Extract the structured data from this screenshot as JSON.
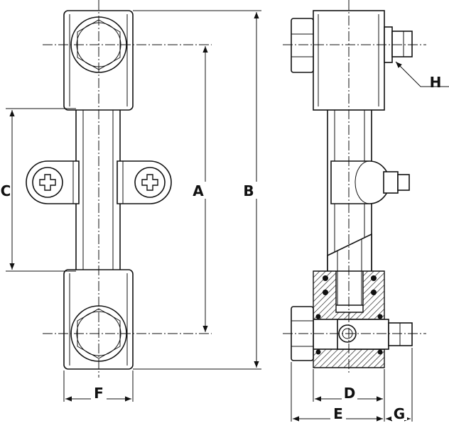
{
  "labels": {
    "a": "A",
    "b": "B",
    "c": "C",
    "d": "D",
    "e": "E",
    "f": "F",
    "g": "G",
    "h": "H"
  },
  "colors": {
    "ink": "#111111",
    "paper": "#ffffff"
  }
}
